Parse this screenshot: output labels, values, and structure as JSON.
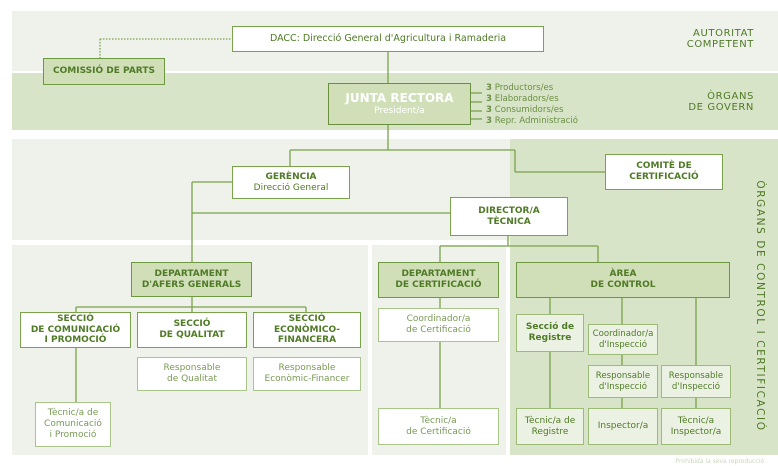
{
  "bands": {
    "autoritat": "AUTORITAT\nCOMPETENT",
    "organs_govern": "ÒRGANS\nDE GOVERN",
    "organs_control": "ÒRGANS DE CONTROL I CERTIFICACIÓ"
  },
  "boxes": {
    "dacc": "DACC: Direcció General d'Agricultura i Ramaderia",
    "comissio": "COMISSIÓ DE PARTS",
    "junta_title": "JUNTA RECTORA",
    "junta_sub": "President/a",
    "gerencia_title": "GERÈNCIA",
    "gerencia_sub": "Direcció General",
    "comite": "COMITÈ DE\nCERTIFICACIÓ",
    "director": "DIRECTOR/A\nTÈCNICA",
    "dept_afers": "DEPARTAMENT\nD'AFERS GENERALS",
    "dept_cert": "DEPARTAMENT\nDE CERTIFICACIÓ",
    "area_control": "ÀREA\nDE CONTROL",
    "seccio_com": "SECCIÓ\nDE COMUNICACIÓ\nI PROMOCIÓ",
    "seccio_qual": "SECCIÓ\nDE QUALITAT",
    "seccio_eco": "SECCIÓ\nECONÒMICO-\nFINANCERA",
    "resp_qual": "Responsable\nde Qualitat",
    "resp_eco": "Responsable\nEconòmic-Financer",
    "tecnic_com": "Tècnic/a de\nComunicació\ni Promoció",
    "coord_cert": "Coordinador/a\nde Certificació",
    "tecnic_cert": "Tècnic/a\nde Certificació",
    "seccio_reg": "Secció de\nRegistre",
    "coord_insp": "Coordinador/a\nd'Inspecció",
    "resp_insp_1": "Responsable\nd'Inspecció",
    "resp_insp_2": "Responsable\nd'Inspecció",
    "tecnic_reg": "Tècnic/a de\nRegistre",
    "inspector": "Inspector/a",
    "tecnic_insp": "Tècnic/a\nInspector/a"
  },
  "junta_members": [
    {
      "count": "3",
      "label": "Productors/es"
    },
    {
      "count": "3",
      "label": "Elaboradors/es"
    },
    {
      "count": "3",
      "label": "Consumidors/es"
    },
    {
      "count": "3",
      "label": "Repr. Administració"
    }
  ],
  "footer": "Prohibida la seva reproducció"
}
